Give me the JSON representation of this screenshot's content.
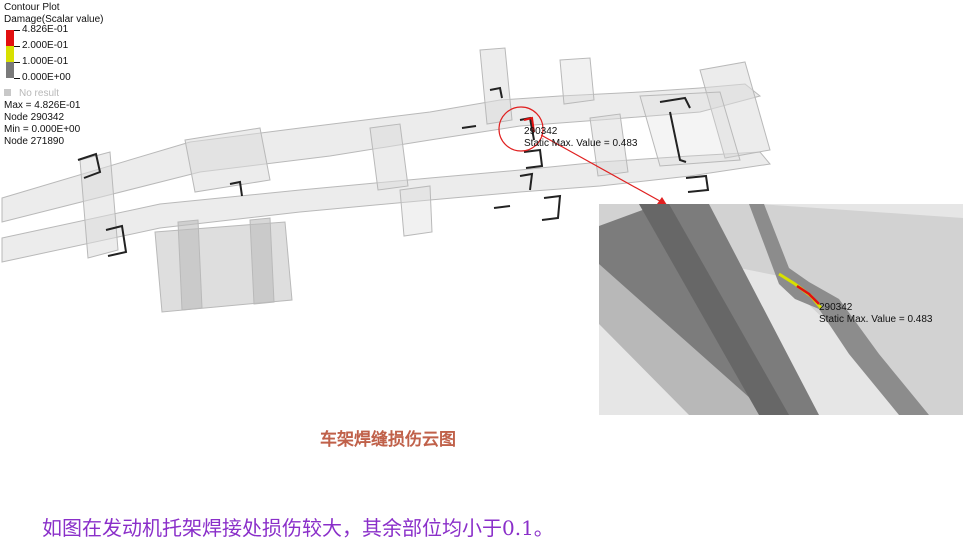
{
  "legend": {
    "title": "Contour Plot",
    "subtitle": "Damage(Scalar value)",
    "levels": [
      "4.826E-01",
      "2.000E-01",
      "1.000E-01",
      "0.000E+00"
    ],
    "no_result": "No result",
    "max": "Max = 4.826E-01",
    "max_node": "Node 290342",
    "min": "Min = 0.000E+00",
    "min_node": "Node 271890",
    "colors": [
      "#e21010",
      "#d8e000",
      "#7a7a7a"
    ]
  },
  "annotation": {
    "node": "290342",
    "value": "Static Max. Value =  0.483"
  },
  "inset_annotation": {
    "node": "290342",
    "value": "Static Max. Value =  0.483"
  },
  "caption": "车架焊缝损伤云图",
  "summary": "如图在发动机托架焊接处损伤较大，其余部位均小于0.1。",
  "colors": {
    "caption": "#c0614a",
    "summary": "#8a2fc9",
    "leader": "#e02020"
  }
}
